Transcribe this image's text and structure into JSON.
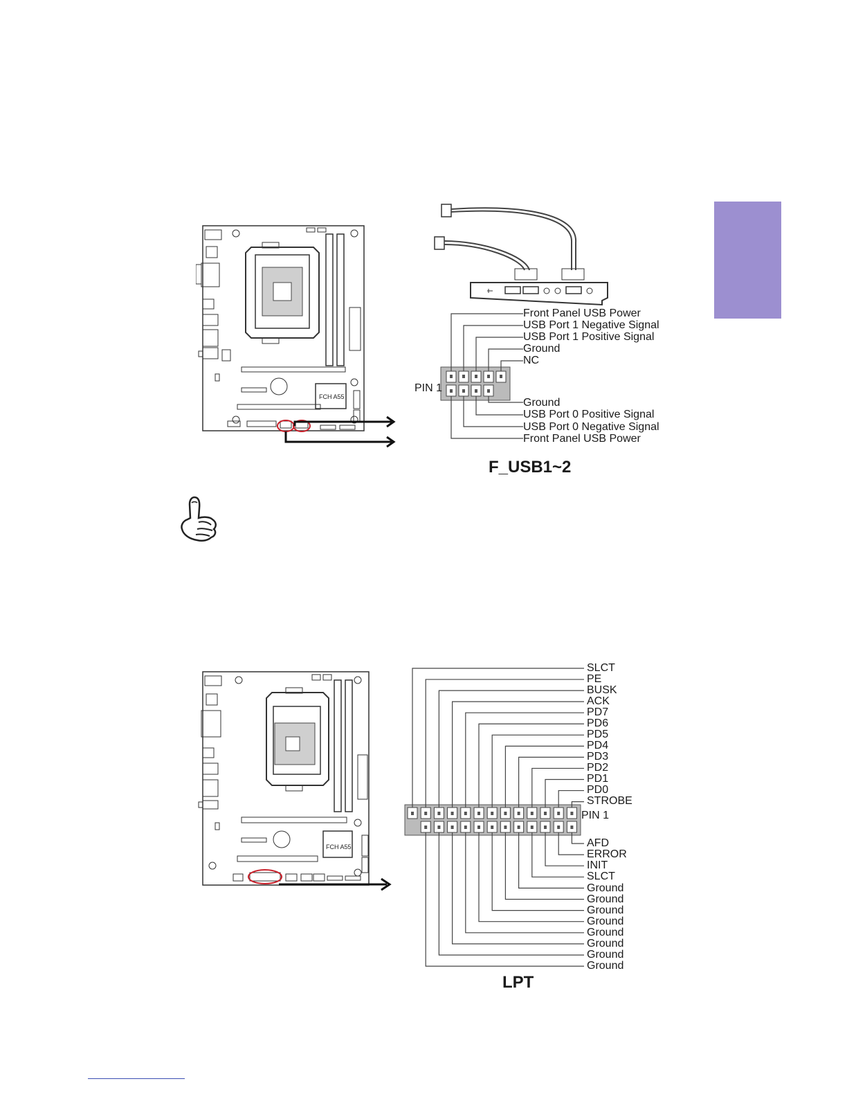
{
  "side_tab": {
    "color": "#9c8fd0"
  },
  "usb_figure": {
    "chip_label": "FCH A55",
    "pin1_label": "PIN 1",
    "caption": "F_USB1~2",
    "top_labels": [
      "Front Panel USB Power",
      "USB Port 1 Negative Signal",
      "USB Port 1 Positive Signal",
      "Ground",
      "NC"
    ],
    "bottom_labels": [
      "Ground",
      "USB Port 0 Positive Signal",
      "USB Port 0 Negative Signal",
      "Front Panel USB Power"
    ]
  },
  "lpt_figure": {
    "chip_label": "FCH A55",
    "pin1_label": "PIN 1",
    "caption": "LPT",
    "top_labels": [
      "SLCT",
      "PE",
      "BUSK",
      "ACK",
      "PD7",
      "PD6",
      "PD5",
      "PD4",
      "PD3",
      "PD2",
      "PD1",
      "PD0",
      "STROBE"
    ],
    "bottom_labels": [
      "AFD",
      "ERROR",
      "INIT",
      "SLCT",
      "Ground",
      "Ground",
      "Ground",
      "Ground",
      "Ground",
      "Ground",
      "Ground",
      "Ground"
    ]
  },
  "note_icon": "pointing-hand-icon",
  "highlight_color": "#c8202a"
}
